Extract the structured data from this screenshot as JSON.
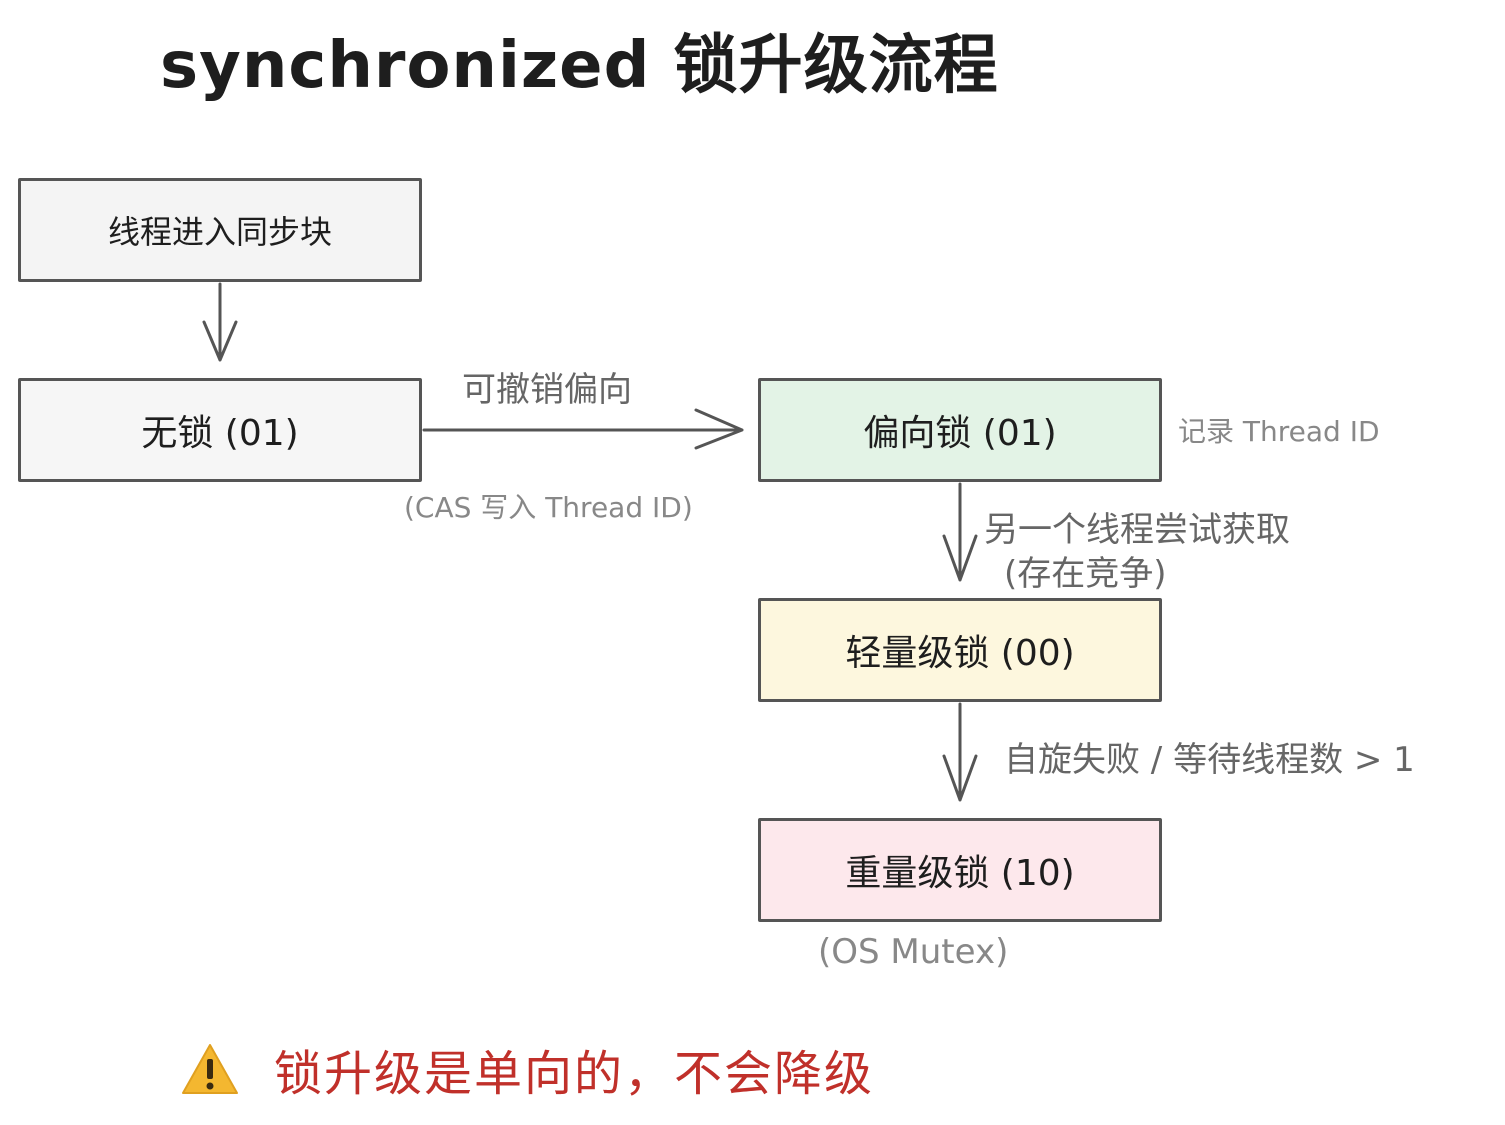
{
  "title": "synchronized 锁升级流程",
  "nodes": {
    "start": "线程进入同步块",
    "no_lock": "无锁 (01)",
    "biased": "偏向锁 (01)",
    "lightweight": "轻量级锁 (00)",
    "heavyweight": "重量级锁 (10)"
  },
  "labels": {
    "revoke_biased": "可撤销偏向",
    "cas_write": "(CAS 写入 Thread ID)",
    "record_thread": "记录 Thread ID",
    "another_thread": "另一个线程尝试获取",
    "contention": "(存在竞争)",
    "spin_fail": "自旋失败 / 等待线程数 > 1",
    "os_mutex": "(OS Mutex)"
  },
  "warning": {
    "icon": "warning-icon",
    "text": "锁升级是单向的，不会降级"
  },
  "colors": {
    "no_lock": "#f6f6f6",
    "biased": "#e3f3e6",
    "lightweight": "#fdf7de",
    "heavyweight": "#fde8ec",
    "warning_text": "#c0302a"
  }
}
